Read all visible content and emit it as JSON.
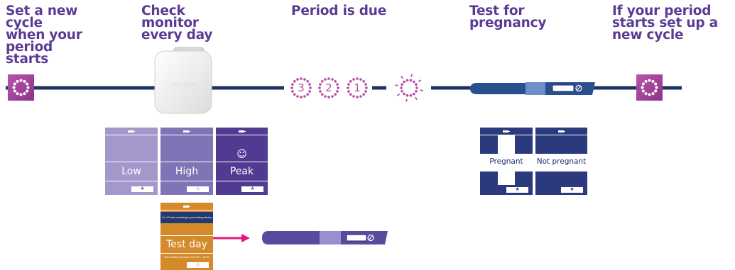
{
  "headings": [
    "Set a new cycle when your period starts",
    "Check monitor every day",
    "Period is due",
    "Test for pregnancy",
    "If your period starts set up a new cycle"
  ],
  "countdown": [
    "3",
    "2",
    "1"
  ],
  "monitor_brand": "clearblue",
  "fertility_screens": [
    {
      "label": "Low",
      "color": "#a497cc",
      "smiley": ""
    },
    {
      "label": "High",
      "color": "#7f74b5",
      "smiley": ""
    },
    {
      "label": "Peak",
      "color": "#513a92",
      "smiley": "☺"
    }
  ],
  "test_screen": {
    "message": "1 to 10 tests remaining in your testing window",
    "label": "Test day",
    "footer": "Your testing window is 00:00 – 12:00",
    "color": "#d4892a",
    "band_color": "#223a6e"
  },
  "pregnancy_screens": [
    {
      "label": "Pregnant"
    },
    {
      "label": "Not pregnant"
    }
  ],
  "colors": {
    "heading": "#5b3a93",
    "timeline": "#1c3563",
    "cycle_icon": "#a1429b",
    "dots": "#b34ea6",
    "arrow": "#e0197d",
    "stick": "#2a4f8f",
    "stick_dark": "#132d5c"
  }
}
